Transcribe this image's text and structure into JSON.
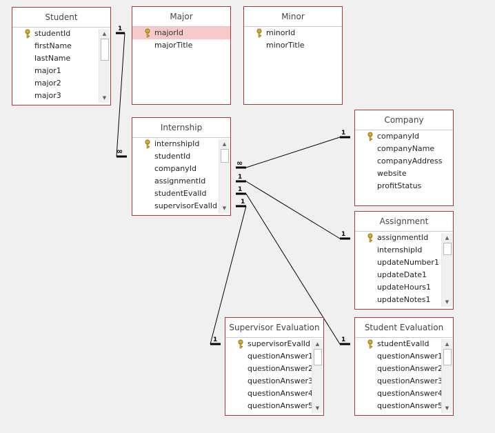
{
  "tables": {
    "student": {
      "title": "Student",
      "fields": [
        "studentId",
        "firstName",
        "lastName",
        "major1",
        "major2",
        "major3"
      ]
    },
    "major": {
      "title": "Major",
      "fields": [
        "majorId",
        "majorTitle"
      ]
    },
    "minor": {
      "title": "Minor",
      "fields": [
        "minorId",
        "minorTitle"
      ]
    },
    "internship": {
      "title": "Internship",
      "fields": [
        "internshipId",
        "studentId",
        "companyId",
        "assignmentId",
        "studentEvalId",
        "supervisorEvalId"
      ]
    },
    "company": {
      "title": "Company",
      "fields": [
        "companyId",
        "companyName",
        "companyAddress",
        "website",
        "profitStatus"
      ]
    },
    "assignment": {
      "title": "Assignment",
      "fields": [
        "assignmentId",
        "internshipId",
        "updateNumber1",
        "updateDate1",
        "updateHours1",
        "updateNotes1"
      ]
    },
    "supervisor_evaluation": {
      "title": "Supervisor Evaluation",
      "fields": [
        "supervisorEvalId",
        "questionAnswer1",
        "questionAnswer2",
        "questionAnswer3",
        "questionAnswer4",
        "questionAnswer5"
      ]
    },
    "student_evaluation": {
      "title": "Student Evaluation",
      "fields": [
        "studentEvalId",
        "questionAnswer1",
        "questionAnswer2",
        "questionAnswer3",
        "questionAnswer4",
        "questionAnswer5"
      ]
    }
  },
  "relationships": [
    {
      "from": "student",
      "to": "internship",
      "from_end": "1",
      "to_end": "∞"
    },
    {
      "from": "internship",
      "to": "company",
      "from_end": "∞",
      "to_end": "1"
    },
    {
      "from": "internship",
      "to": "assignment",
      "from_end": "1",
      "to_end": "1"
    },
    {
      "from": "internship",
      "to": "student_evaluation",
      "from_end": "1",
      "to_end": "1"
    },
    {
      "from": "internship",
      "to": "supervisor_evaluation",
      "from_end": "1",
      "to_end": "1"
    }
  ],
  "colors": {
    "table_border": "#a4373a",
    "selected_row": "#f7c9c9",
    "key_icon": "#d4b13c",
    "line": "#000000"
  }
}
